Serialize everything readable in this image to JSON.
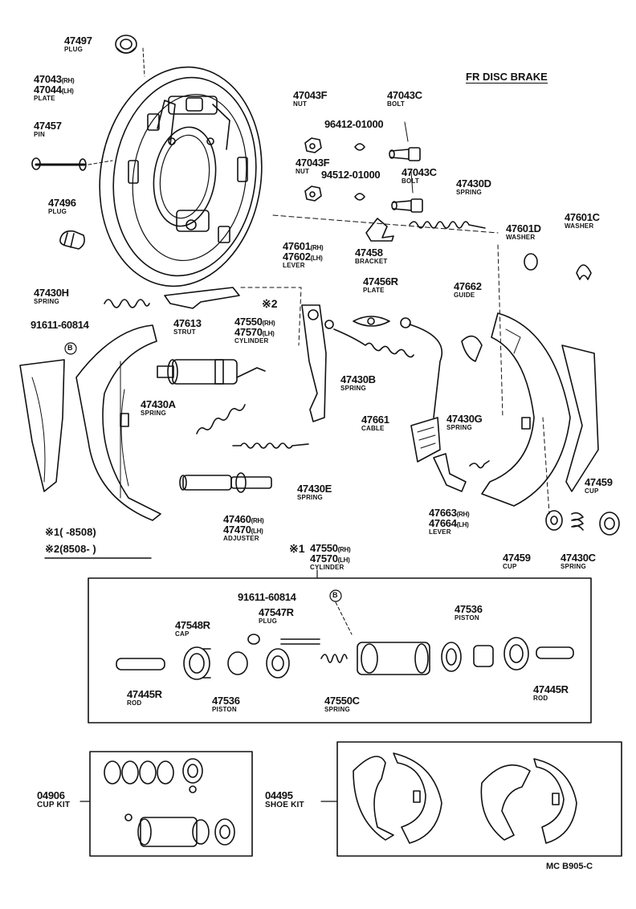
{
  "title": "FR DISC BRAKE",
  "footer": "MC B905-C",
  "notes": {
    "note1": "※1( -8508)",
    "note2": "※2(8508- )",
    "ref2": "※2",
    "cyl_ref": "※1"
  },
  "parts": {
    "p47497": {
      "num": "47497",
      "name": "PLUG"
    },
    "p47043": {
      "num1": "47043",
      "sfx1": "(RH)",
      "num2": "47044",
      "sfx2": "(LH)",
      "name": "PLATE"
    },
    "p47457": {
      "num": "47457",
      "name": "PIN"
    },
    "p47496": {
      "num": "47496",
      "name": "PLUG"
    },
    "p47043F_a": {
      "num": "47043F",
      "name": "NUT"
    },
    "p47043C_a": {
      "num": "47043C",
      "name": "BOLT"
    },
    "p96412": {
      "num": "96412-01000"
    },
    "p47043F_b": {
      "num": "47043F",
      "name": "NUT"
    },
    "p94512": {
      "num": "94512-01000"
    },
    "p47043C_b": {
      "num": "47043C",
      "name": "BOLT"
    },
    "p47430D": {
      "num": "47430D",
      "name": "SPRING"
    },
    "p47601D": {
      "num": "47601D",
      "name": "WASHER"
    },
    "p47601C": {
      "num": "47601C",
      "name": "WASHER"
    },
    "p47458": {
      "num": "47458",
      "name": "BRACKET"
    },
    "p47601": {
      "num1": "47601",
      "sfx1": "(RH)",
      "num2": "47602",
      "sfx2": "(LH)",
      "name": "LEVER"
    },
    "p47456R": {
      "num": "47456R",
      "name": "PLATE"
    },
    "p47662": {
      "num": "47662",
      "name": "GUIDE"
    },
    "p47430H": {
      "num": "47430H",
      "name": "SPRING"
    },
    "p47613": {
      "num": "47613",
      "name": "STRUT"
    },
    "p47550": {
      "num1": "47550",
      "sfx1": "(RH)",
      "num2": "47570",
      "sfx2": "(LH)",
      "name": "CYLINDER"
    },
    "p91611_a": {
      "num": "91611-60814",
      "mark": "B"
    },
    "p47430B": {
      "num": "47430B",
      "name": "SPRING"
    },
    "p47430A": {
      "num": "47430A",
      "name": "SPRING"
    },
    "p47661": {
      "num": "47661",
      "name": "CABLE"
    },
    "p47430G": {
      "num": "47430G",
      "name": "SPRING"
    },
    "p47430E": {
      "num": "47430E",
      "name": "SPRING"
    },
    "p47663": {
      "num1": "47663",
      "sfx1": "(RH)",
      "num2": "47664",
      "sfx2": "(LH)",
      "name": "LEVER"
    },
    "p47459_a": {
      "num": "47459",
      "name": "CUP"
    },
    "p47460": {
      "num1": "47460",
      "sfx1": "(RH)",
      "num2": "47470",
      "sfx2": "(LH)",
      "name": "ADJUSTER"
    },
    "p47459_b": {
      "num": "47459",
      "name": "CUP"
    },
    "p47430C": {
      "num": "47430C",
      "name": "SPRING"
    },
    "p47550_cyl": {
      "num1": "47550",
      "sfx1": "(RH)",
      "num2": "47570",
      "sfx2": "(LH)",
      "name": "CYLINDER"
    },
    "p91611_b": {
      "num": "91611-60814",
      "mark": "B"
    },
    "p47536_a": {
      "num": "47536",
      "name": "PISTON"
    },
    "p47548R": {
      "num": "47548R",
      "name": "CAP"
    },
    "p47547R": {
      "num": "47547R",
      "name": "PLUG"
    },
    "p47445R_a": {
      "num": "47445R",
      "name": "ROD"
    },
    "p47536_b": {
      "num": "47536",
      "name": "PISTON"
    },
    "p47550C": {
      "num": "47550C",
      "name": "SPRING"
    },
    "p47445R_b": {
      "num": "47445R",
      "name": "ROD"
    },
    "p04906": {
      "num": "04906",
      "name": "CUP KIT"
    },
    "p04495": {
      "num": "04495",
      "name": "SHOE KIT"
    }
  }
}
